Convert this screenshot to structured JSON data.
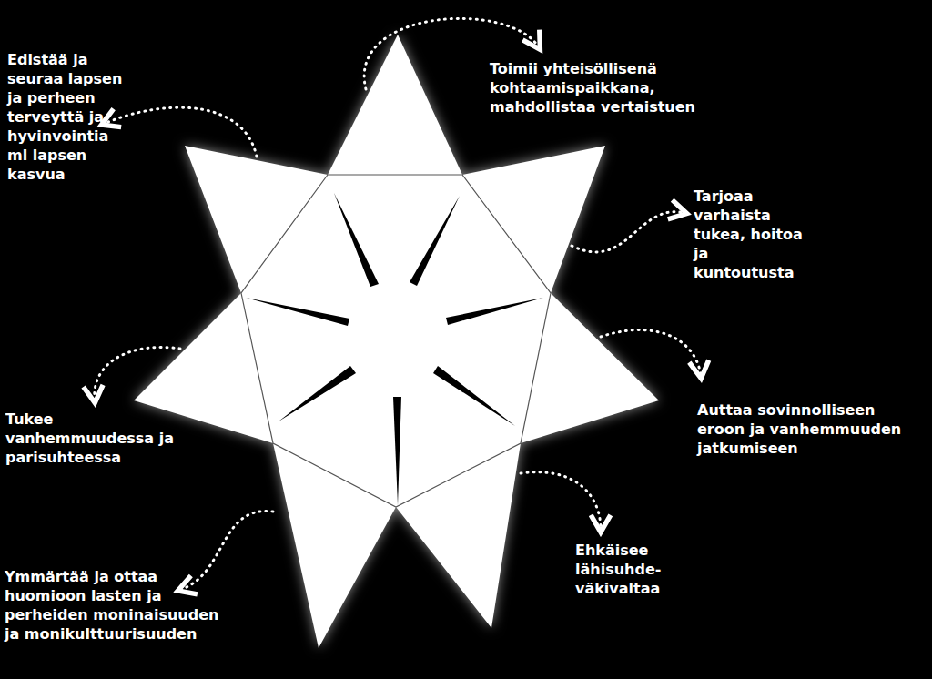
{
  "diagram": {
    "labels": [
      "Edistää ja seuraa lapsen ja perheen terveyttä ja hyvinvointia ml lapsen kasvua",
      "Toimii yhteisöllisenä kohtaamispaikkana, mahdollistaa vertaistuen",
      "Tarjoaa varhaista tukea, hoitoa ja kuntoutusta",
      "Tukee vanhemmuudessa ja parisuhteessa",
      "Auttaa sovinnolliseen eroon ja vanhemmuuden jatkumiseen",
      "Ymmärtää ja ottaa huomioon lasten ja perheiden moninaisuuden ja monikulttuurisuuden",
      "Ehkäisee lähisuhde- väkivaltaa"
    ]
  }
}
